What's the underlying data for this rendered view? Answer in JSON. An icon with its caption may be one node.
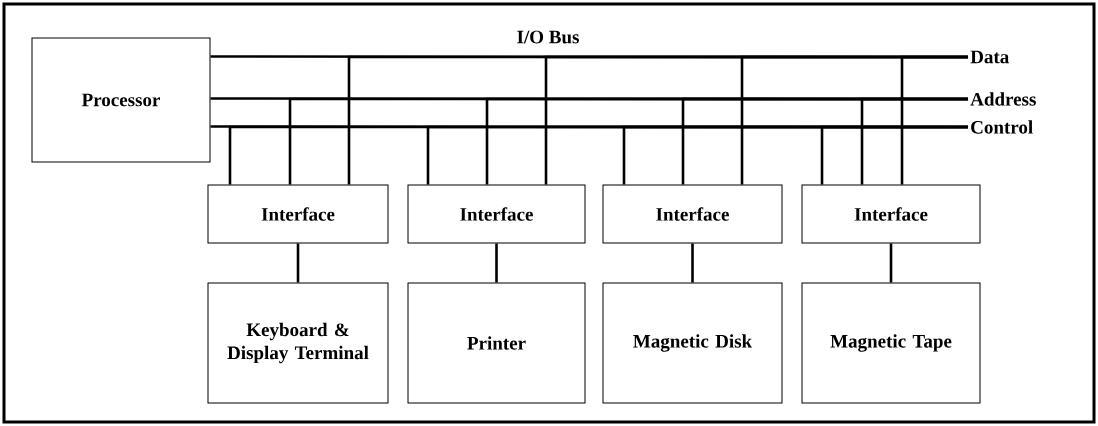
{
  "diagram": {
    "nodes": [
      {
        "text": [
          "Processor"
        ]
      },
      {
        "text": [
          "Interface"
        ]
      },
      {
        "text": [
          "Interface"
        ]
      },
      {
        "text": [
          "Interface"
        ]
      },
      {
        "text": [
          "Interface"
        ]
      },
      {
        "text": [
          "Keyboard & Display Terminal"
        ]
      },
      {
        "text": [
          "Printer"
        ]
      },
      {
        "text": [
          "Magnetic Disk"
        ]
      },
      {
        "text": [
          "Magnetic Tape"
        ]
      },
      {
        "text": [
          "Data"
        ]
      },
      {
        "text": [
          "Address"
        ]
      },
      {
        "text": [
          "Control"
        ]
      }
    ],
    "edges": [
      {
        "from": 0,
        "to": 9,
        "arrow": "none"
      },
      {
        "from": 0,
        "to": 10,
        "arrow": "none"
      },
      {
        "from": 0,
        "to": 11,
        "arrow": "none"
      },
      {
        "from": 1,
        "to": 11,
        "arrow": "none"
      },
      {
        "from": 1,
        "to": 10,
        "arrow": "none"
      },
      {
        "from": 1,
        "to": 9,
        "arrow": "none"
      },
      {
        "from": 2,
        "to": 11,
        "arrow": "none"
      },
      {
        "from": 2,
        "to": 10,
        "arrow": "none"
      },
      {
        "from": 2,
        "to": 9,
        "arrow": "none"
      },
      {
        "from": 3,
        "to": 11,
        "arrow": "none"
      },
      {
        "from": 3,
        "to": 10,
        "arrow": "none"
      },
      {
        "from": 3,
        "to": 9,
        "arrow": "none"
      },
      {
        "from": 4,
        "to": 11,
        "arrow": "none"
      },
      {
        "from": 4,
        "to": 10,
        "arrow": "none"
      },
      {
        "from": 4,
        "to": 9,
        "arrow": "none"
      },
      {
        "from": 1,
        "to": 5,
        "arrow": "none"
      },
      {
        "from": 2,
        "to": 6,
        "arrow": "none"
      },
      {
        "from": 3,
        "to": 7,
        "arrow": "none"
      },
      {
        "from": 4,
        "to": 8,
        "arrow": "none"
      }
    ],
    "labels": [
      "I/O Bus"
    ]
  }
}
